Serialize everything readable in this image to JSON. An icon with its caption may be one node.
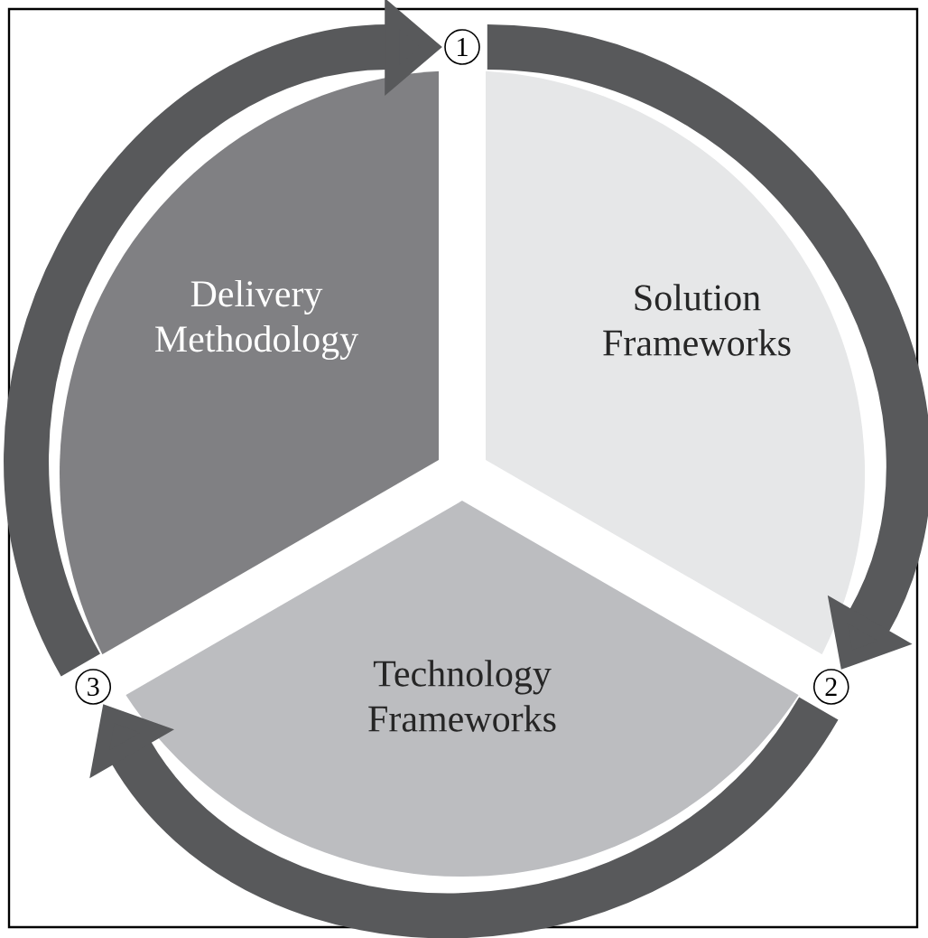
{
  "diagram": {
    "nodes": [
      {
        "text": [
          "Delivery Methodology"
        ]
      },
      {
        "text": [
          "Solution Frameworks"
        ]
      },
      {
        "text": [
          "Technology Frameworks"
        ]
      },
      {
        "text": [
          "1"
        ]
      },
      {
        "text": [
          "2"
        ]
      },
      {
        "text": [
          "3"
        ]
      }
    ],
    "edges": [
      {
        "from": 3,
        "to": 4,
        "arrow": "to"
      },
      {
        "from": 4,
        "to": 5,
        "arrow": "to"
      },
      {
        "from": 5,
        "to": 3,
        "arrow": "to"
      }
    ]
  }
}
